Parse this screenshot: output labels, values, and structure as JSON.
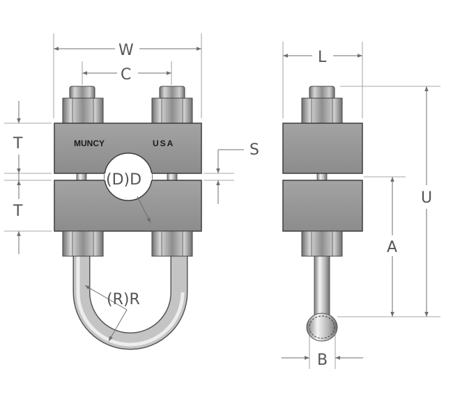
{
  "dimensions": {
    "width": "W",
    "center": "C",
    "thickness_top": "T",
    "thickness_bottom": "T",
    "spacing": "S",
    "pipe_diameter": "(D)D",
    "bend_radius": "(R)R",
    "length": "L",
    "overall_height": "U",
    "rod_length": "A",
    "rod_diameter": "B"
  },
  "stamp": {
    "left": "MUNCY",
    "right": "USA"
  },
  "colors": {
    "block": "#9a9a9a",
    "block_edge": "#3c3c3c",
    "nut": "#a8a8a8",
    "rod": "#c8c8c8",
    "dimension_line": "#6e6e6e"
  }
}
